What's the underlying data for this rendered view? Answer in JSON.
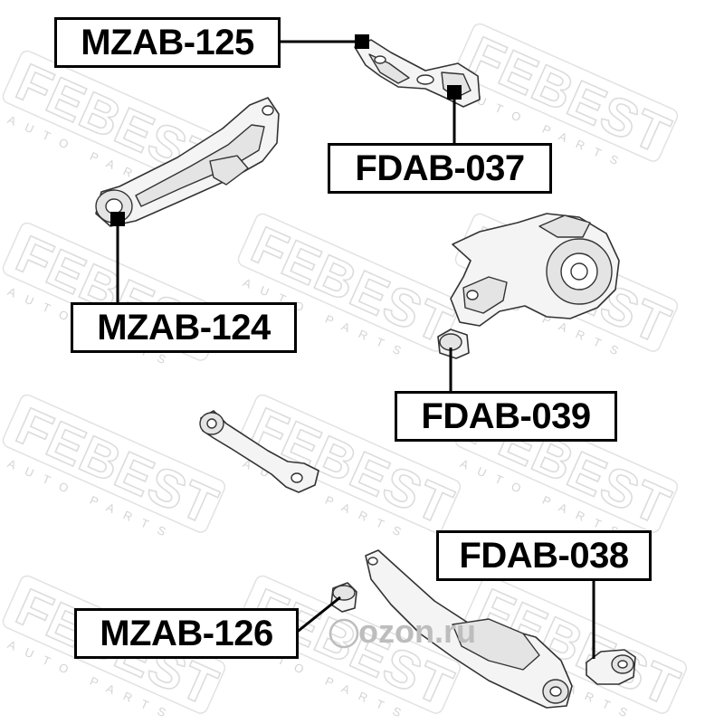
{
  "watermark": {
    "brand": "FEBEST",
    "sub": "AUTO PARTS",
    "site": "ozon.ru"
  },
  "labels": [
    {
      "id": "MZAB-125",
      "text": "MZAB-125"
    },
    {
      "id": "FDAB-037",
      "text": "FDAB-037"
    },
    {
      "id": "MZAB-124",
      "text": "MZAB-124"
    },
    {
      "id": "FDAB-039",
      "text": "FDAB-039"
    },
    {
      "id": "FDAB-038",
      "text": "FDAB-038"
    },
    {
      "id": "MZAB-126",
      "text": "MZAB-126"
    }
  ],
  "colors": {
    "line": "#000000",
    "watermark": "#dcdcdc",
    "background": "#ffffff"
  }
}
